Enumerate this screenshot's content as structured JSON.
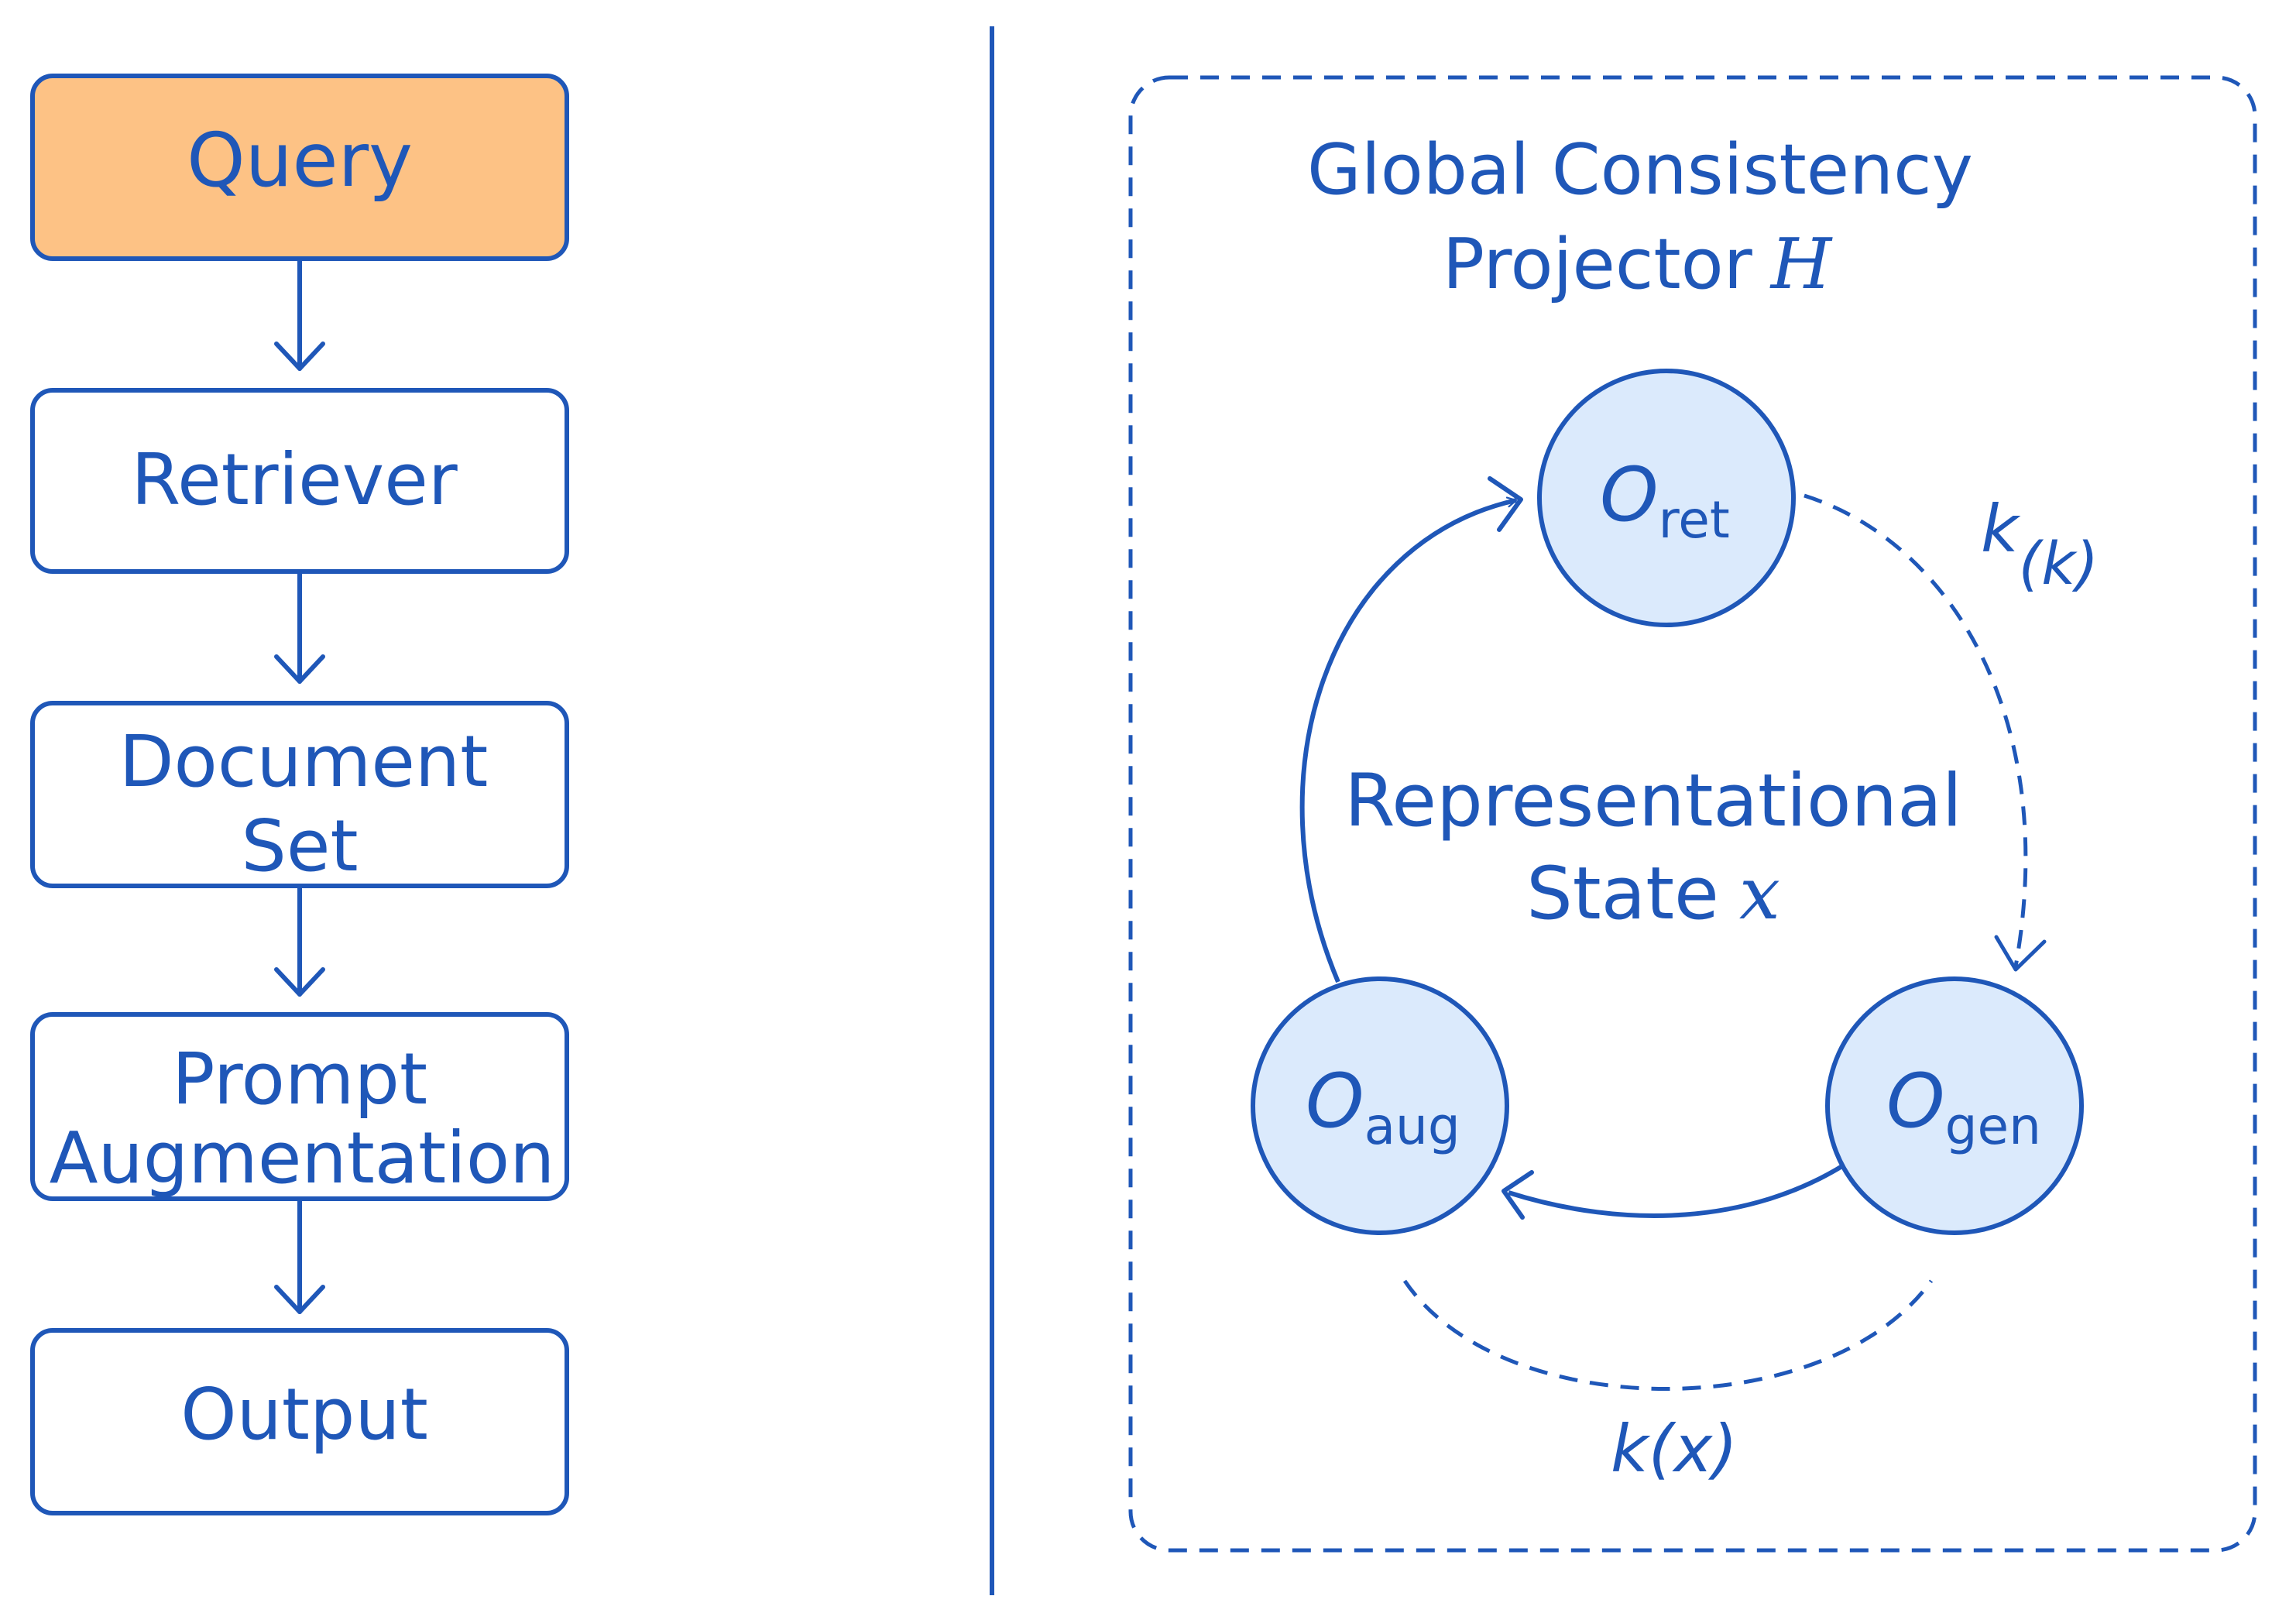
{
  "colors": {
    "stroke": "#1f57b8",
    "query_fill": "#fdc285",
    "node_fill": "#dbeafc",
    "background": "#ffffff"
  },
  "pipeline": {
    "steps": [
      {
        "lines": [
          "Query"
        ],
        "highlighted": true
      },
      {
        "lines": [
          "Retriever"
        ],
        "highlighted": false
      },
      {
        "lines": [
          "Document",
          "Set"
        ],
        "highlighted": false
      },
      {
        "lines": [
          "Prompt",
          "Augmentation"
        ],
        "highlighted": false
      },
      {
        "lines": [
          "Output"
        ],
        "highlighted": false
      }
    ]
  },
  "projector": {
    "title_line1": "Global Consistency",
    "title_line2": "Projector",
    "title_symbol": "H",
    "center_line1": "Representational",
    "center_line2": "State",
    "center_symbol": "x",
    "nodes": {
      "ret": {
        "base": "O",
        "sub": "ret"
      },
      "gen": {
        "base": "O",
        "sub": "gen"
      },
      "aug": {
        "base": "O",
        "sub": "aug"
      }
    },
    "label_top_right": {
      "base": "k",
      "sub": "(k)"
    },
    "label_bottom": "k(x)"
  }
}
